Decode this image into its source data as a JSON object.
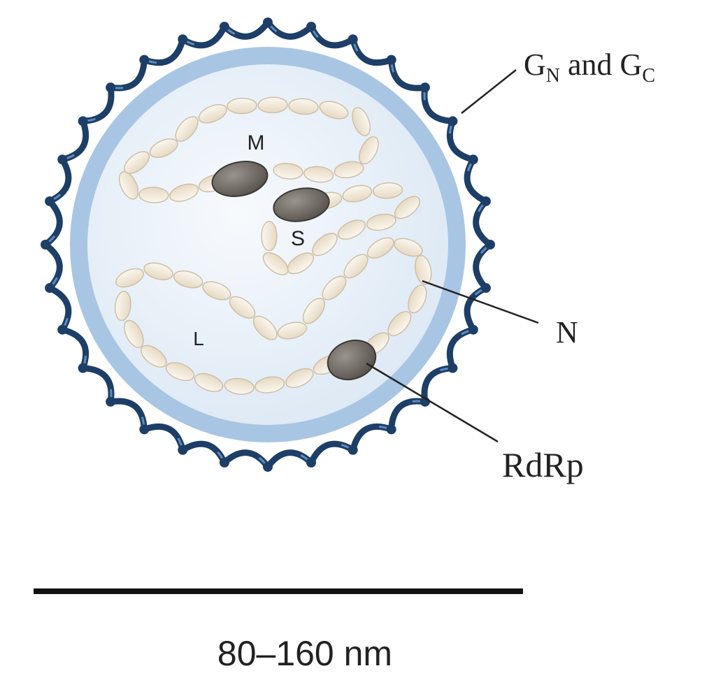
{
  "labels": {
    "glyco_main_1": "G",
    "glyco_sub_1": "N",
    "glyco_connector": " and ",
    "glyco_main_2": "G",
    "glyco_sub_2": "C",
    "nucleoprotein": "N",
    "polymerase": "RdRp",
    "segment_m": "M",
    "segment_s": "S",
    "segment_l": "L",
    "scale": "80–160 nm"
  },
  "colors": {
    "spike_dark": "#1d3e66",
    "spike_light": "#5f8cbd",
    "envelope": "#a8c6e3",
    "interior": "#eaf1f8",
    "bead_fill": "#efe6d7",
    "bead_stroke": "#cdbfa7",
    "rdrp_fill": "#6b655f",
    "line": "#222222"
  }
}
